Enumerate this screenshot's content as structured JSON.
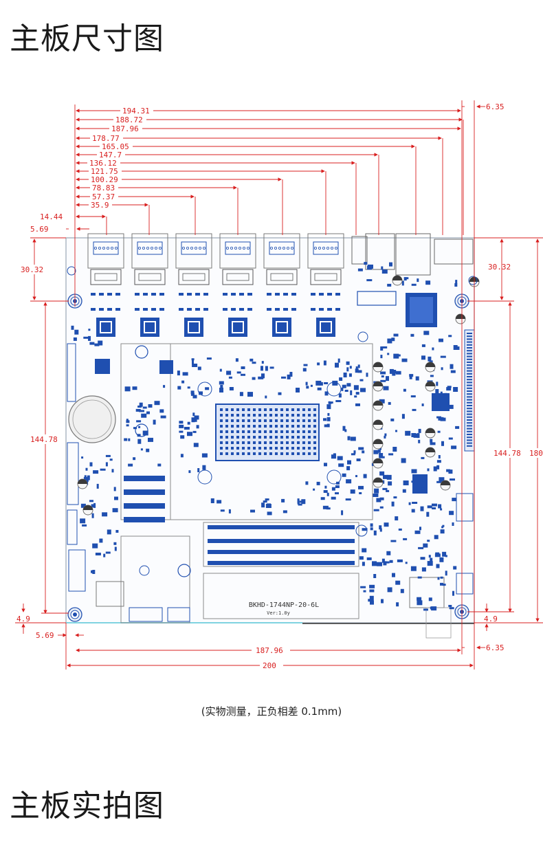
{
  "headings": {
    "dimension_diagram": "主板尺寸图",
    "photo_section": "主板实拍图"
  },
  "caption": "(实物测量，正负相差 0.1mm)",
  "colors": {
    "dimension_line": "#d81f1f",
    "component": "#1f4fb0",
    "board_outline": "#9aa6b5"
  },
  "dimensions": {
    "top_overall": [
      "194.31",
      "188.72",
      "187.96",
      "178.77",
      "165.05",
      "147.7",
      "136.12",
      "121.75",
      "100.29",
      "78.83",
      "57.37",
      "35.9",
      "14.44"
    ],
    "left_offset": "5.69",
    "right_offset": "6.35",
    "left_hole_vertical": "30.32",
    "right_hole_vertical": "30.32",
    "left_span_vertical": "144.78",
    "right_span_vertical": "144.78",
    "overall_height": "180",
    "bottom_left_hole": "4.9",
    "bottom_right_hole": "4.9",
    "bottom_left_offset": "5.69",
    "bottom_right_offset": "6.35",
    "bottom_hole_spacing": "187.96",
    "overall_width": "200"
  },
  "silkscreen": {
    "model": "BKHD-1744NP-20-6L",
    "version": "Ver:1.0y"
  }
}
